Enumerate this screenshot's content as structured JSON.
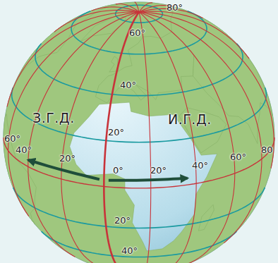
{
  "diagram": {
    "labels": [
      "80°",
      "60°",
      "40°",
      "З.Г.Д.",
      "20°",
      "И.Г.Д.",
      "60°",
      "40°",
      "20°",
      "0°",
      "20°",
      "40°",
      "60°",
      "80",
      "20°",
      "40°"
    ]
  }
}
